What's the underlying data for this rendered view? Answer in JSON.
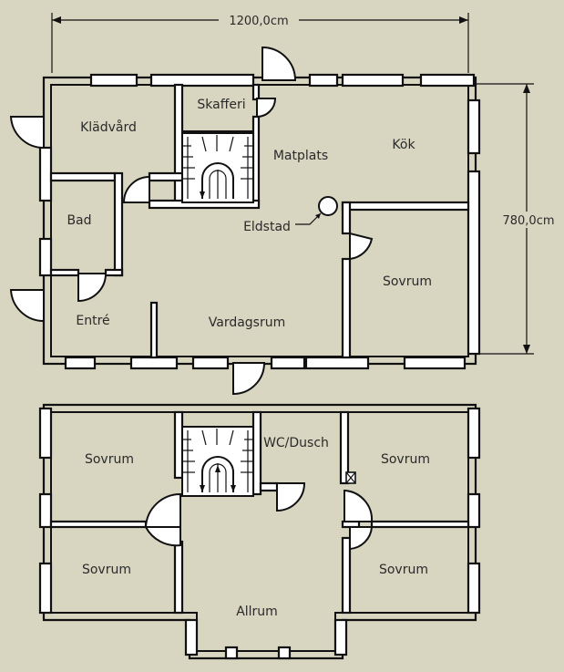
{
  "dimensions": {
    "width": "1200,0cm",
    "height": "780,0cm"
  },
  "ground_floor": {
    "rooms": {
      "kladvard": "Klädvård",
      "skafferi": "Skafferi",
      "matplats": "Matplats",
      "kok": "Kök",
      "bad": "Bad",
      "eldstad": "Eldstad",
      "sovrum": "Sovrum",
      "entre": "Entré",
      "vardagsrum": "Vardagsrum"
    }
  },
  "upper_floor": {
    "rooms": {
      "sovrum_nw": "Sovrum",
      "wc_dusch": "WC/Dusch",
      "sovrum_ne": "Sovrum",
      "sovrum_sw": "Sovrum",
      "sovrum_se": "Sovrum",
      "allrum": "Allrum"
    }
  },
  "colors": {
    "background": "#d8d5c0",
    "wall": "#111111",
    "window": "#ffffff"
  }
}
